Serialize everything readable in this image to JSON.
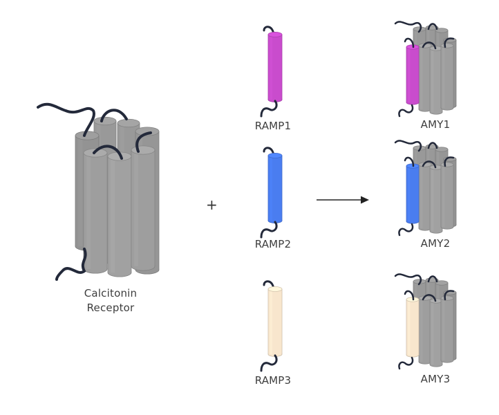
{
  "diagram": {
    "receptor": {
      "label_line1": "Calcitonin",
      "label_line2": "Receptor",
      "helix_color": "#9e9e9e"
    },
    "operator_plus": "+",
    "ramps": [
      {
        "label": "RAMP1",
        "color": "#c94ccd"
      },
      {
        "label": "RAMP2",
        "color": "#4a7df0"
      },
      {
        "label": "RAMP3",
        "color": "#f8e6cd"
      }
    ],
    "arrow": "forms",
    "complexes": [
      {
        "label": "AMY1",
        "ramp_color": "#c94ccd"
      },
      {
        "label": "AMY2",
        "ramp_color": "#4a7df0"
      },
      {
        "label": "AMY3",
        "ramp_color": "#f8e6cd"
      }
    ],
    "loop_color": "#23293a"
  }
}
